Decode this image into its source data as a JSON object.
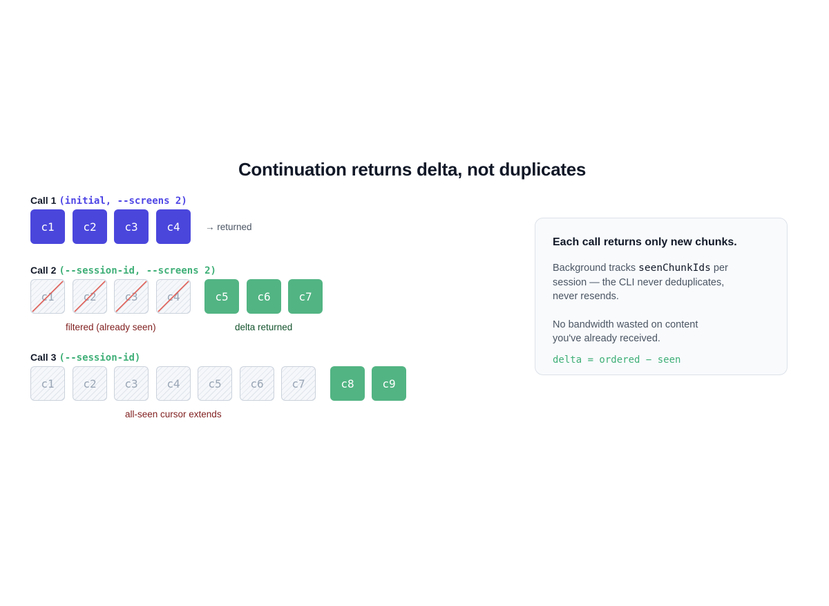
{
  "title": "Continuation returns delta, not duplicates",
  "rows": [
    {
      "label": "Call 1",
      "args": "(initial, --screens 2)",
      "args_color": "indigo",
      "chunks": [
        {
          "id": "c1",
          "state": "returned"
        },
        {
          "id": "c2",
          "state": "returned"
        },
        {
          "id": "c3",
          "state": "returned"
        },
        {
          "id": "c4",
          "state": "returned"
        }
      ],
      "inline_note": "→ returned"
    },
    {
      "label": "Call 2",
      "args": "(--session-id, --screens 2)",
      "args_color": "green",
      "chunks": [
        {
          "id": "c1",
          "state": "filtered"
        },
        {
          "id": "c2",
          "state": "filtered"
        },
        {
          "id": "c3",
          "state": "filtered"
        },
        {
          "id": "c4",
          "state": "filtered"
        },
        {
          "id": "c5",
          "state": "delta"
        },
        {
          "id": "c6",
          "state": "delta"
        },
        {
          "id": "c7",
          "state": "delta"
        }
      ],
      "filtered_note": "filtered (already seen)",
      "delta_note": "delta returned"
    },
    {
      "label": "Call 3",
      "args": "(--session-id)",
      "args_color": "green",
      "chunks": [
        {
          "id": "c1",
          "state": "seen"
        },
        {
          "id": "c2",
          "state": "seen"
        },
        {
          "id": "c3",
          "state": "seen"
        },
        {
          "id": "c4",
          "state": "seen"
        },
        {
          "id": "c5",
          "state": "seen"
        },
        {
          "id": "c6",
          "state": "seen"
        },
        {
          "id": "c7",
          "state": "seen"
        },
        {
          "id": "c8",
          "state": "delta"
        },
        {
          "id": "c9",
          "state": "delta"
        }
      ],
      "seen_note": "all-seen cursor extends"
    }
  ],
  "card": {
    "heading": "Each call returns only new chunks.",
    "p1_before": "Background tracks ",
    "p1_code": "seenChunkIds",
    "p1_after": " per session — the CLI never deduplicates, never resends.",
    "p2": "No bandwidth wasted on content you've already received.",
    "formula": "delta = ordered − seen"
  },
  "colors": {
    "indigo": "#4a46dc",
    "green": "#52b483",
    "strike": "#e05a52",
    "seen_border": "#cbd2dc"
  }
}
